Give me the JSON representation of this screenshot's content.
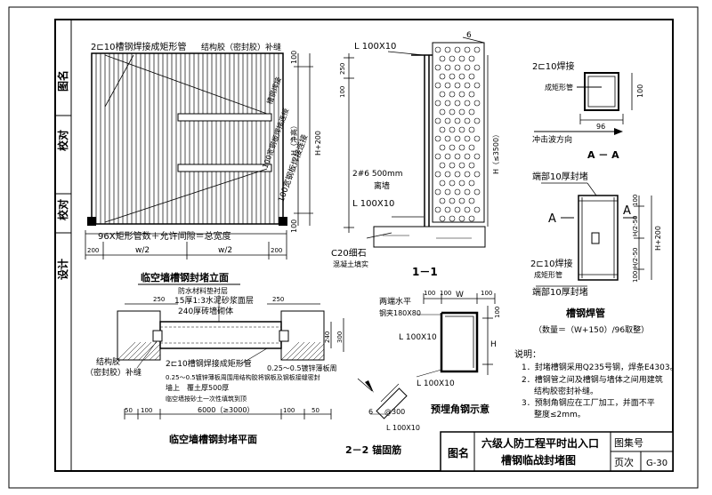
{
  "side_block": {
    "title_label": "图名",
    "check_label": "校对",
    "design_label": "设计"
  },
  "elevation": {
    "top_note_1": "2⊏10槽钢焊接成矩形管",
    "top_note_2": "结构胶（密封胶）补缝",
    "diag_note_1": "槽钢焊接",
    "diag_note_2": "100宽钢板焊接连接",
    "diag_note_3": "100宽钢板焊接连接",
    "dim_bottom_formula": "96X矩形管数＋允许间隙＝总宽度",
    "dim_200_left": "200",
    "dim_w2_left": "w/2",
    "dim_w2_right": "w/2",
    "dim_200_right": "200",
    "dim_100_top": "100",
    "dim_h200": "H+200",
    "dim_h_clear": "H（净高）",
    "dim_100_bottom": "100",
    "caption": "临空墙槽钢封堵立面"
  },
  "section_11": {
    "angle_top": "L 100X10",
    "dim_6": "6",
    "dim_250": "250",
    "dim_100": "100",
    "dim_h_le3500": "H（≤3500）",
    "rebar_note": "2#6 500mm",
    "rebar_note_2": "离墙",
    "angle_bottom": "L 100X10",
    "conc_note": "C20细石",
    "conc_note_2": "混凝土填实",
    "caption": "1－1"
  },
  "section_aa": {
    "note": "2⊏10焊接",
    "note_2": "成矩形管",
    "dim_100": "100",
    "dim_96": "96",
    "dir_label": "冲击波方向",
    "caption": "A － A"
  },
  "weld_tube": {
    "top_note": "端部10厚封堵",
    "label_a_left": "A",
    "label_a_right": "A",
    "dim_100_top": "100",
    "dim_h2_50_top": "H/2-50",
    "dim_h200": "H+200",
    "dim_h2_50_bot": "H/2-50",
    "dim_100_bot": "100",
    "bottom_note": "2⊏10焊接",
    "bottom_note_2": "成矩形管",
    "bottom_note_3": "端部10厚封堵",
    "caption": "槽钢焊管",
    "count_note": "（数量＝（W+150）/96取整）"
  },
  "angle_sketch": {
    "note_1": "两端水平",
    "note_2": "钢夹180X80",
    "dim_100_a": "100",
    "dim_100_b": "100",
    "dim_w": "W",
    "dim_100_c": "100",
    "dim_h": "H",
    "dim_100_d": "100",
    "angle_top": "L 100X10",
    "angle_bottom": "L 100X10",
    "caption": "预埋角钢示意"
  },
  "plan": {
    "note_1": "防水材料垫衬层",
    "note_2": "15厚1:3水泥砂浆面层",
    "note_3": "240厚砖墙砌体",
    "dim_250_left": "250",
    "dim_250_right": "250",
    "dim_240": "240",
    "dim_300": "300",
    "glue_note": "结构胶",
    "glue_note_2": "（密封胶）补缝",
    "note_4": "2⊏10槽钢焊接成矩形管",
    "note_5": "0.25～0.5镀锌薄板周",
    "note_6": "0.25～0.5镀锌薄板周围用结构胶将钢板及钢板接缝密封",
    "note_7": "墙上　覆土厚500厚",
    "note_8": "临空墙按砂土一次性填筑到顶",
    "dim_50_a": "50",
    "dim_100_a": "100",
    "dim_total": "6000（≥3000）",
    "dim_100_b": "100",
    "dim_50_b": "50",
    "caption": "临空墙槽钢封堵平面"
  },
  "section_22": {
    "note_1": "@300",
    "note_2": "6",
    "note_3": "L 100X10",
    "caption": "2－2 锚固筋"
  },
  "notes": {
    "heading": "说明：",
    "item_1": "1．封堵槽钢采用Q235号钢，焊条E4303。",
    "item_2": "2．槽钢管之间及槽钢与墙体之间用建筑",
    "item_2b": "结构胶密封补缝。",
    "item_3": "3．预制角钢应在工厂加工，并面不平",
    "item_3b": "整度≤2mm。"
  },
  "title_block": {
    "name_label": "图名",
    "title_line_1": "六级人防工程平时出入口",
    "title_line_2": "槽钢临战封堵图",
    "drawing_no_label": "图集号",
    "page_label": "页次",
    "page_value": "G-30"
  }
}
